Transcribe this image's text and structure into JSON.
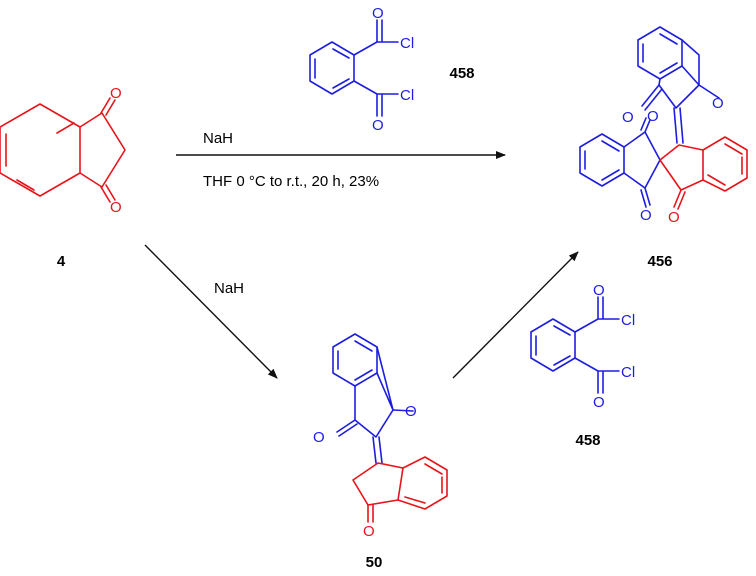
{
  "compounds": {
    "start": "4",
    "intermediate": "50",
    "product": "456",
    "reagent_top": "458",
    "reagent_bottom": "458"
  },
  "atoms": {
    "oxygen": "O",
    "chlorine": "Cl"
  },
  "conditions": {
    "top_reagent": "NaH",
    "top_details": "THF 0 °C to r.t., 20 h, 23%",
    "diagonal_reagent": "NaH"
  },
  "colors": {
    "indandione_unit": "#e8141b",
    "phthaloyl_unit": "#1d1de0",
    "arrows": "#111111"
  }
}
